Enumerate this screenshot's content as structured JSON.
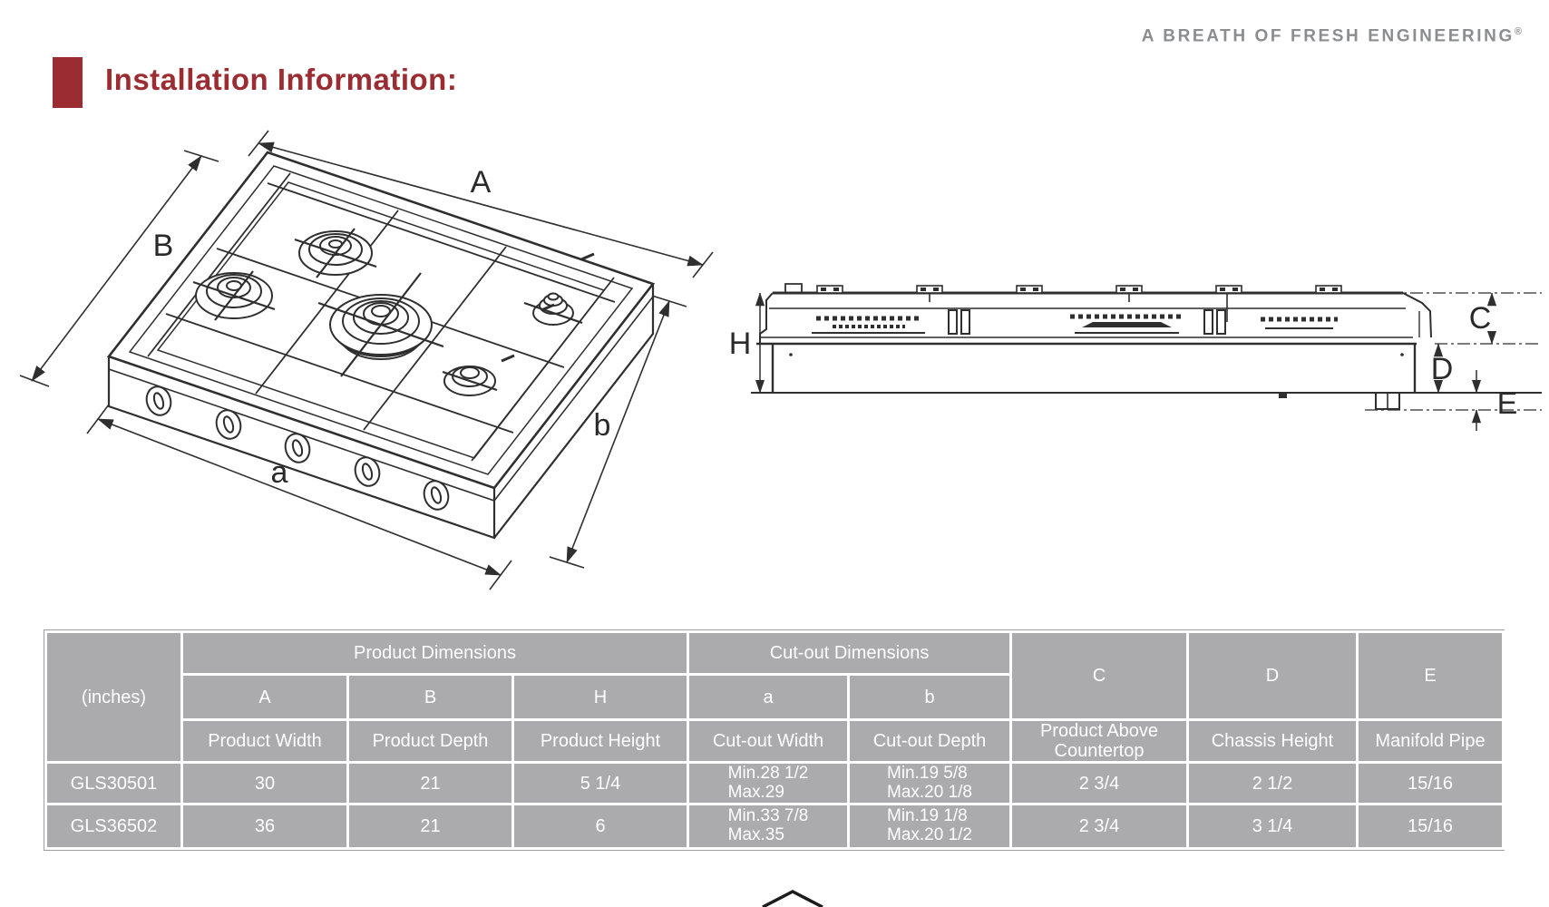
{
  "header": {
    "title": "Installation Information:",
    "tagline": "A BREATH OF FRESH ENGINEERING",
    "tagline_mark": "®"
  },
  "diagram": {
    "iso": {
      "labels": {
        "A": "A",
        "B": "B",
        "a": "a",
        "b": "b"
      }
    },
    "side": {
      "labels": {
        "H": "H",
        "C": "C",
        "D": "D",
        "E": "E"
      }
    }
  },
  "table": {
    "unit_label": "(inches)",
    "groups": {
      "product": "Product Dimensions",
      "cutout": "Cut-out Dimensions"
    },
    "columns": [
      {
        "letter": "A",
        "name": "Product Width"
      },
      {
        "letter": "B",
        "name": "Product Depth"
      },
      {
        "letter": "H",
        "name": "Product Height"
      },
      {
        "letter": "a",
        "name": "Cut-out Width"
      },
      {
        "letter": "b",
        "name": "Cut-out Depth"
      },
      {
        "letter": "C",
        "name": "Product Above Countertop"
      },
      {
        "letter": "D",
        "name": "Chassis Height"
      },
      {
        "letter": "E",
        "name": "Manifold Pipe"
      }
    ],
    "rows": [
      {
        "model": "GLS30501",
        "A": "30",
        "B": "21",
        "H": "5 1/4",
        "a": [
          "Min.28 1/2",
          "Max.29"
        ],
        "b": [
          "Min.19 5/8",
          "Max.20 1/8"
        ],
        "C": "2 3/4",
        "D": "2 1/2",
        "E": "15/16"
      },
      {
        "model": "GLS36502",
        "A": "36",
        "B": "21",
        "H": "6",
        "a": [
          "Min.33 7/8",
          "Max.35"
        ],
        "b": [
          "Min.19 1/8",
          "Max.20 1/2"
        ],
        "C": "2 3/4",
        "D": "3 1/4",
        "E": "15/16"
      }
    ]
  },
  "colors": {
    "accent_red": "#9b2c31",
    "tagline_gray": "#8b8d90",
    "table_gray": "#ababad",
    "line_dark": "#2f2f30"
  }
}
